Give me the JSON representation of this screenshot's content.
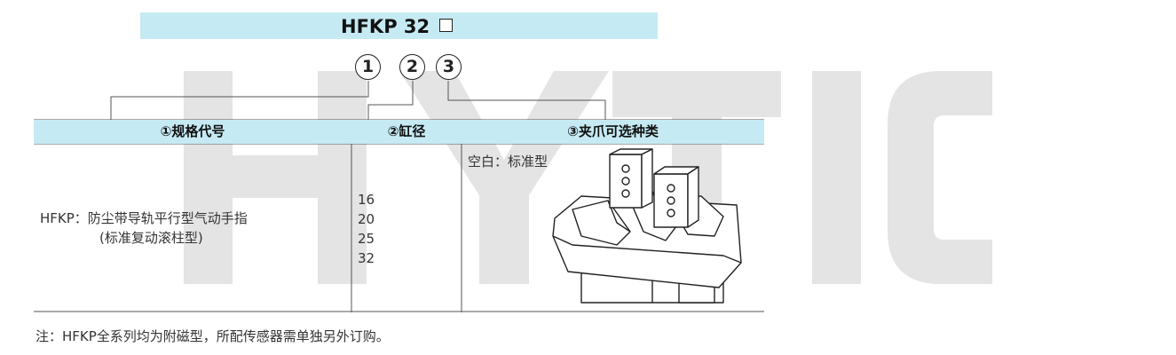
{
  "watermark": "HYTIC",
  "model": {
    "code": "HFKP 32"
  },
  "positions": [
    "1",
    "2",
    "3"
  ],
  "columns": [
    {
      "header": "①规格代号"
    },
    {
      "header": "②缸径"
    },
    {
      "header": "③夹爪可选种类"
    }
  ],
  "spec": {
    "line1": "HFKP：防尘带导轨平行型气动手指",
    "line2": "(标准复动滚柱型)"
  },
  "bores": [
    "16",
    "20",
    "25",
    "32"
  ],
  "jaw": {
    "option": "空白：标准型"
  },
  "note": "注：HFKP全系列均为附磁型，所配传感器需单独另外订购。",
  "colors": {
    "header_bg": "#c6eaf3",
    "watermark": "#e3e3e3"
  }
}
